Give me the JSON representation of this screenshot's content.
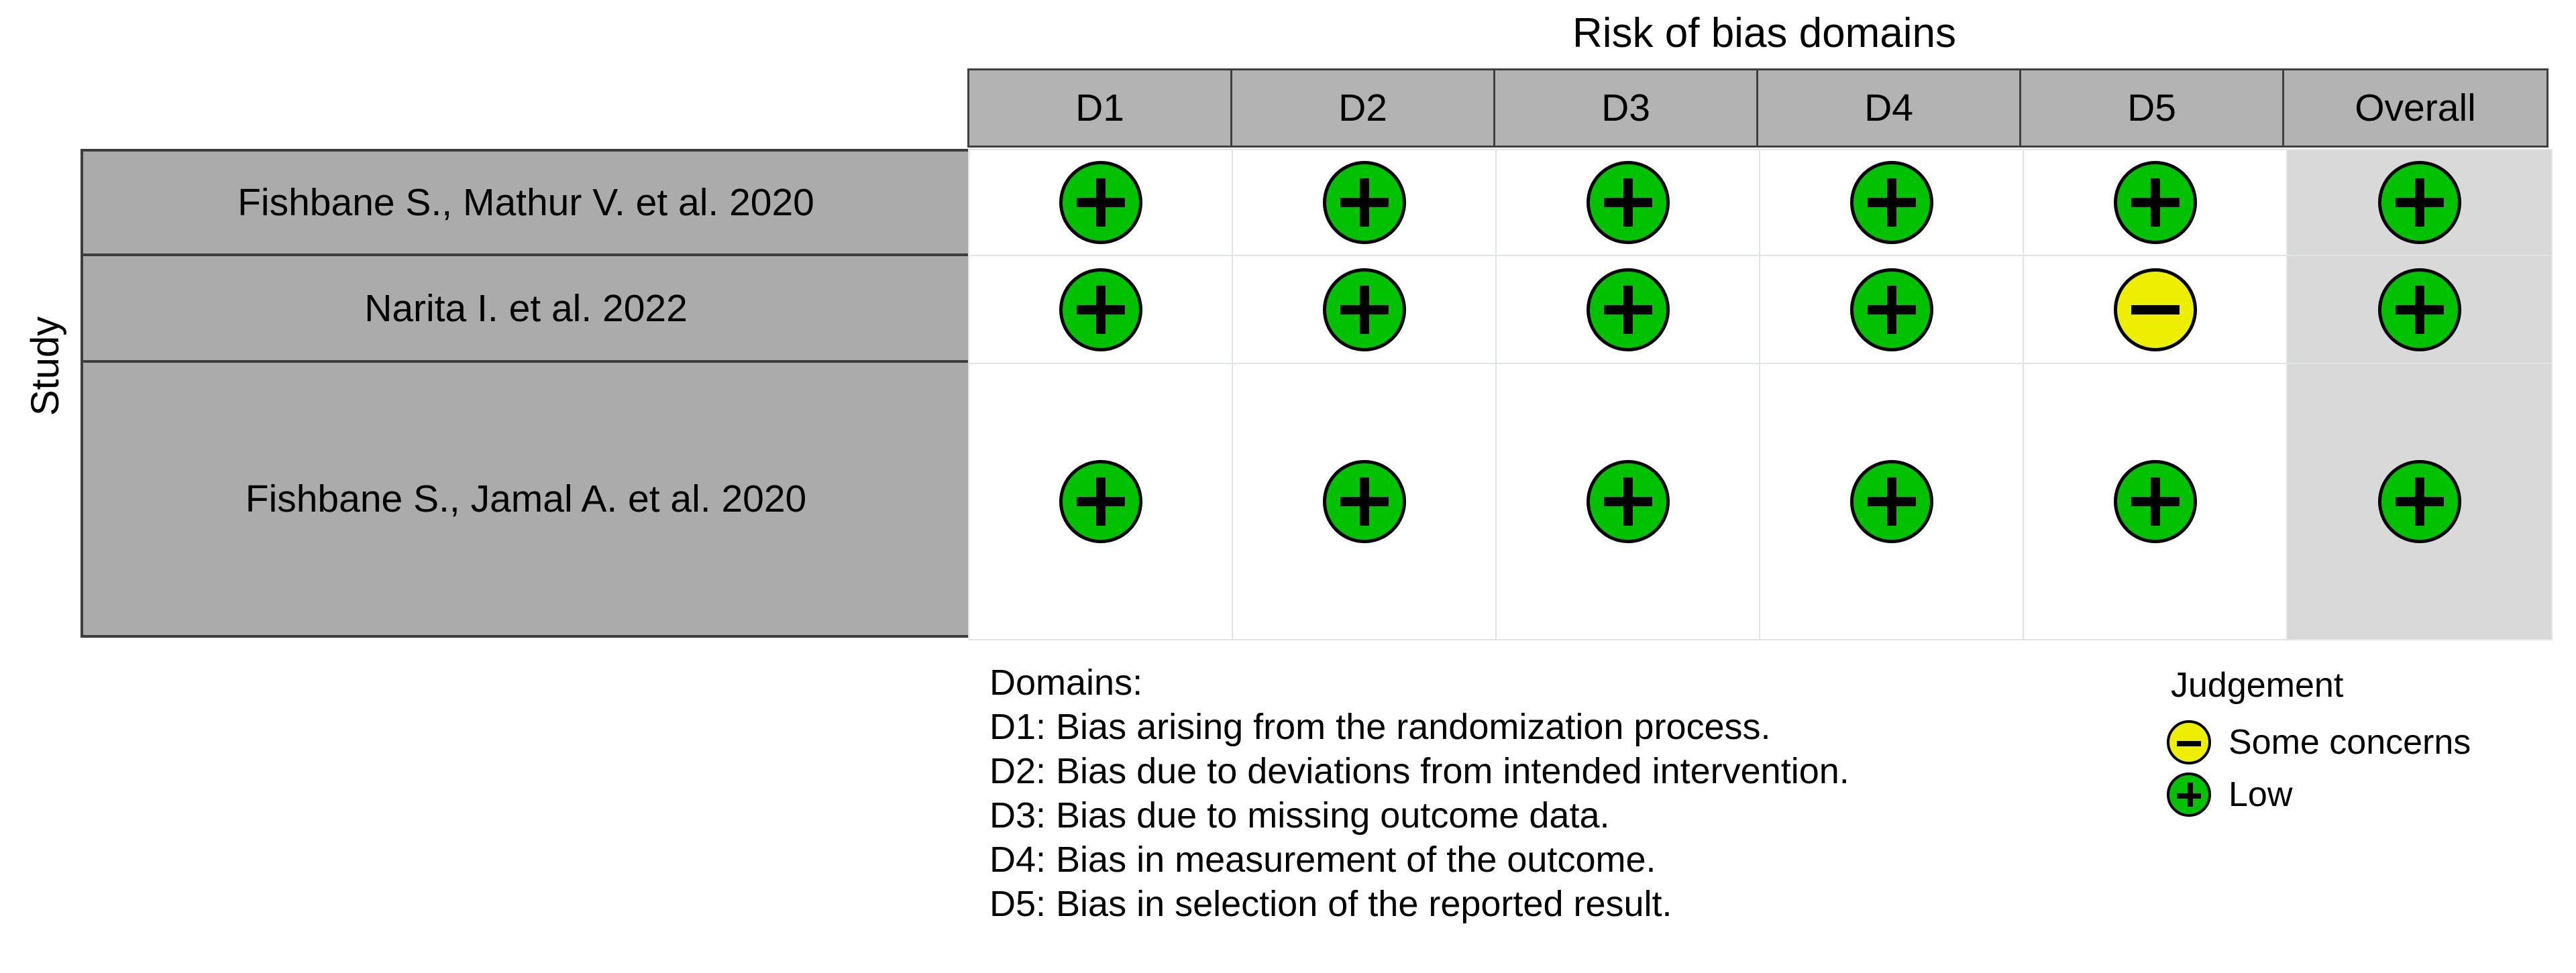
{
  "chart_data": {
    "type": "table",
    "title": "Risk of bias domains",
    "ylabel": "Study",
    "columns": [
      "D1",
      "D2",
      "D3",
      "D4",
      "D5",
      "Overall"
    ],
    "categories": [
      "Fishbane S., Mathur V. et al. 2020",
      "Narita I. et al. 2022",
      "Fishbane S., Jamal A. et al. 2020"
    ],
    "rows": [
      {
        "study": "Fishbane S., Mathur V. et al. 2020",
        "values": [
          "Low",
          "Low",
          "Low",
          "Low",
          "Low",
          "Low"
        ]
      },
      {
        "study": "Narita I. et al. 2022",
        "values": [
          "Low",
          "Low",
          "Low",
          "Low",
          "Some concerns",
          "Low"
        ]
      },
      {
        "study": "Fishbane S., Jamal A. et al. 2020",
        "values": [
          "Low",
          "Low",
          "Low",
          "Low",
          "Low",
          "Low"
        ]
      }
    ],
    "legend_position": "bottom-right",
    "colors": {
      "low": "#02c100",
      "some_concerns": "#eeee00",
      "header_background": "#b3b3b3",
      "study_background": "#ababab",
      "overall_background": "#d9d9d9"
    }
  },
  "title": "Risk of bias domains",
  "y_axis_label": "Study",
  "header": {
    "domains": [
      "D1",
      "D2",
      "D3",
      "D4",
      "D5"
    ],
    "overall": "Overall"
  },
  "studies": [
    "Fishbane S., Mathur V. et al. 2020",
    "Narita I. et al. 2022",
    "Fishbane S., Jamal A. et al. 2020"
  ],
  "domains_legend": {
    "heading": "Domains:",
    "lines": [
      "D1: Bias arising from the randomization process.",
      "D2: Bias due to deviations from intended intervention.",
      "D3: Bias due to missing outcome data.",
      "D4: Bias in measurement of the outcome.",
      "D5: Bias in selection of the reported result."
    ]
  },
  "judgement_legend": {
    "title": "Judgement",
    "entries": [
      {
        "label": "Some concerns",
        "symbol": "minus-circle-yellow-icon"
      },
      {
        "label": "Low",
        "symbol": "plus-circle-green-icon"
      }
    ]
  }
}
